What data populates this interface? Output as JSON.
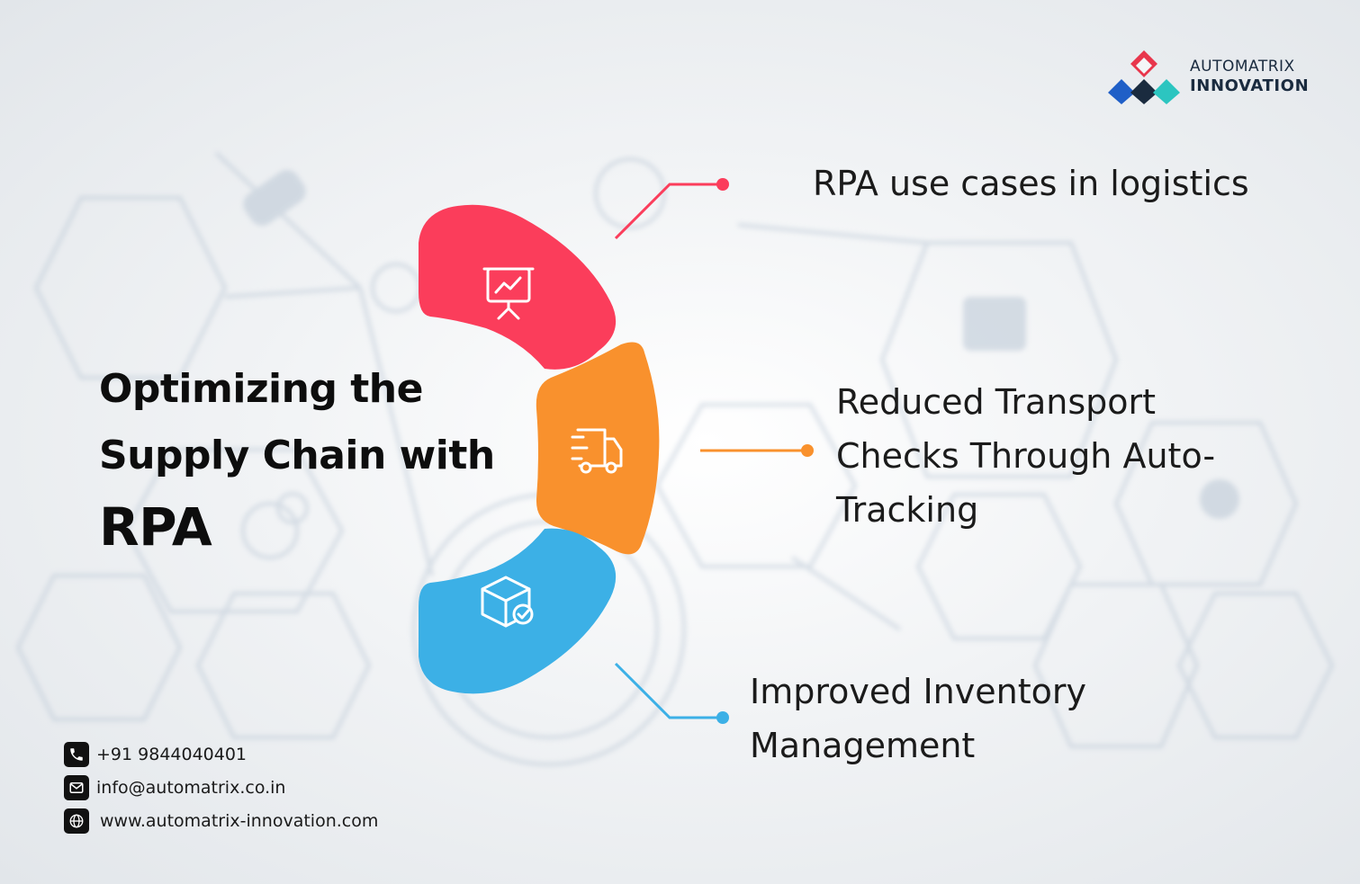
{
  "brand": {
    "logo_line1": "AUTOMATRIX",
    "logo_line2": "INNOVATION",
    "colors": {
      "red": "#e8364c",
      "blue": "#1f5fc7",
      "teal": "#2cc5c0",
      "navy": "#1a2b3f"
    }
  },
  "title": {
    "line1": "Optimizing the",
    "line2": "Supply Chain with",
    "line3": "RPA"
  },
  "items": [
    {
      "label": "RPA use cases in logistics",
      "icon": "presentation-chart-icon",
      "color": "#fb3d5b"
    },
    {
      "label": "Reduced Transport Checks Through Auto-Tracking",
      "icon": "delivery-truck-icon",
      "color": "#f9912d"
    },
    {
      "label": "Improved Inventory Management",
      "icon": "package-check-icon",
      "color": "#3cb0e6"
    }
  ],
  "contact": {
    "phone": "+91 9844040401",
    "email": "info@automatrix.co.in",
    "website": "www.automatrix-innovation.com",
    "icons": [
      "phone-icon",
      "mail-icon",
      "globe-icon"
    ]
  }
}
